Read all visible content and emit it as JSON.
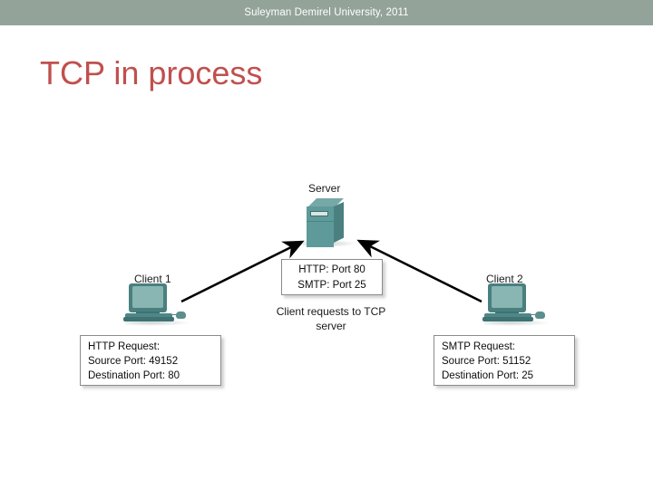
{
  "header": {
    "text": "Suleyman Demirel University, 2011",
    "background_color": "#93a39a",
    "text_color": "#ffffff"
  },
  "slide": {
    "title": "TCP in process",
    "title_color": "#c0504d",
    "background_color": "#ffffff"
  },
  "diagram": {
    "nodes": {
      "server": {
        "label": "Server",
        "icon": "server-tower-icon",
        "color": "#5f9a9a"
      },
      "client1": {
        "label": "Client 1",
        "icon": "laptop-icon",
        "color": "#49807f"
      },
      "client2": {
        "label": "Client 2",
        "icon": "laptop-icon",
        "color": "#49807f"
      }
    },
    "server_ports_box": {
      "line1": "HTTP: Port 80",
      "line2": "SMTP: Port 25"
    },
    "client1_box": {
      "line1": "HTTP Request:",
      "line2": "Source Port: 49152",
      "line3": "Destination Port: 80"
    },
    "client2_box": {
      "line1": "SMTP Request:",
      "line2": "Source Port: 51152",
      "line3": "Destination Port: 25"
    },
    "caption": {
      "line1": "Client requests to TCP",
      "line2": "server"
    },
    "arrows": [
      {
        "name": "arrow-client1-to-server",
        "from": "client1",
        "to": "server",
        "color": "#000000"
      },
      {
        "name": "arrow-client2-to-server",
        "from": "client2",
        "to": "server",
        "color": "#000000"
      }
    ]
  }
}
